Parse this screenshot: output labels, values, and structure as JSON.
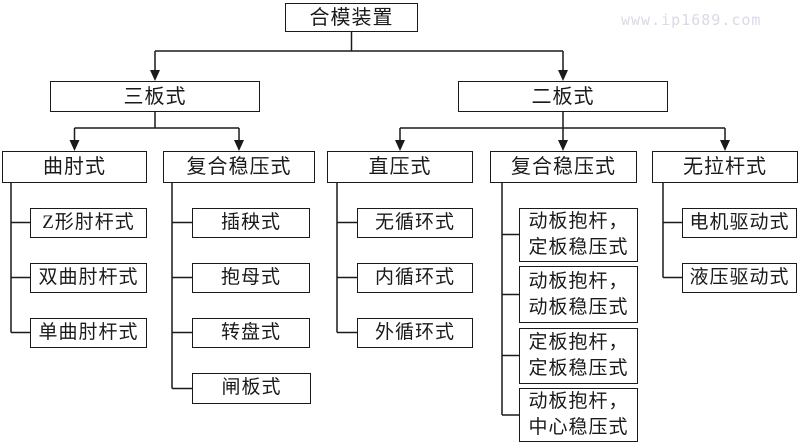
{
  "watermark": {
    "text": "www.ip1689.com"
  },
  "colors": {
    "line": "#1a1a1a",
    "text": "#1a1a1a",
    "background": "#ffffff",
    "watermark": "#d9d9e8"
  },
  "nodes": {
    "root": {
      "label": "合模装置"
    },
    "three_platen": {
      "label": "三板式"
    },
    "two_platen": {
      "label": "二板式"
    },
    "toggle": {
      "label": "曲肘式"
    },
    "composite_stabilized_three": {
      "label": "复合稳压式"
    },
    "direct_pressure": {
      "label": "直压式"
    },
    "composite_stabilized_two": {
      "label": "复合稳压式"
    },
    "tie_bar_less": {
      "label": "无拉杆式"
    },
    "z_toggle_link": {
      "label": "Z形肘杆式"
    },
    "double_toggle_link": {
      "label": "双曲肘杆式"
    },
    "single_toggle_link": {
      "label": "单曲肘杆式"
    },
    "transplanter": {
      "label": "插秧式"
    },
    "nut_clamp": {
      "label": "抱母式"
    },
    "turntable": {
      "label": "转盘式"
    },
    "gate_plate": {
      "label": "闸板式"
    },
    "no_circulation": {
      "label": "无循环式"
    },
    "internal_circulation": {
      "label": "内循环式"
    },
    "external_circulation": {
      "label": "外循环式"
    },
    "moving_clamp_fixed_stab": {
      "line1": "动板抱杆，",
      "line2": "定板稳压式"
    },
    "moving_clamp_moving_stab": {
      "line1": "动板抱杆，",
      "line2": "动板稳压式"
    },
    "fixed_clamp_fixed_stab": {
      "line1": "定板抱杆，",
      "line2": "定板稳压式"
    },
    "moving_clamp_center_stab": {
      "line1": "动板抱杆，",
      "line2": "中心稳压式"
    },
    "motor_driven": {
      "label": "电机驱动式"
    },
    "hydraulic_driven": {
      "label": "液压驱动式"
    }
  }
}
